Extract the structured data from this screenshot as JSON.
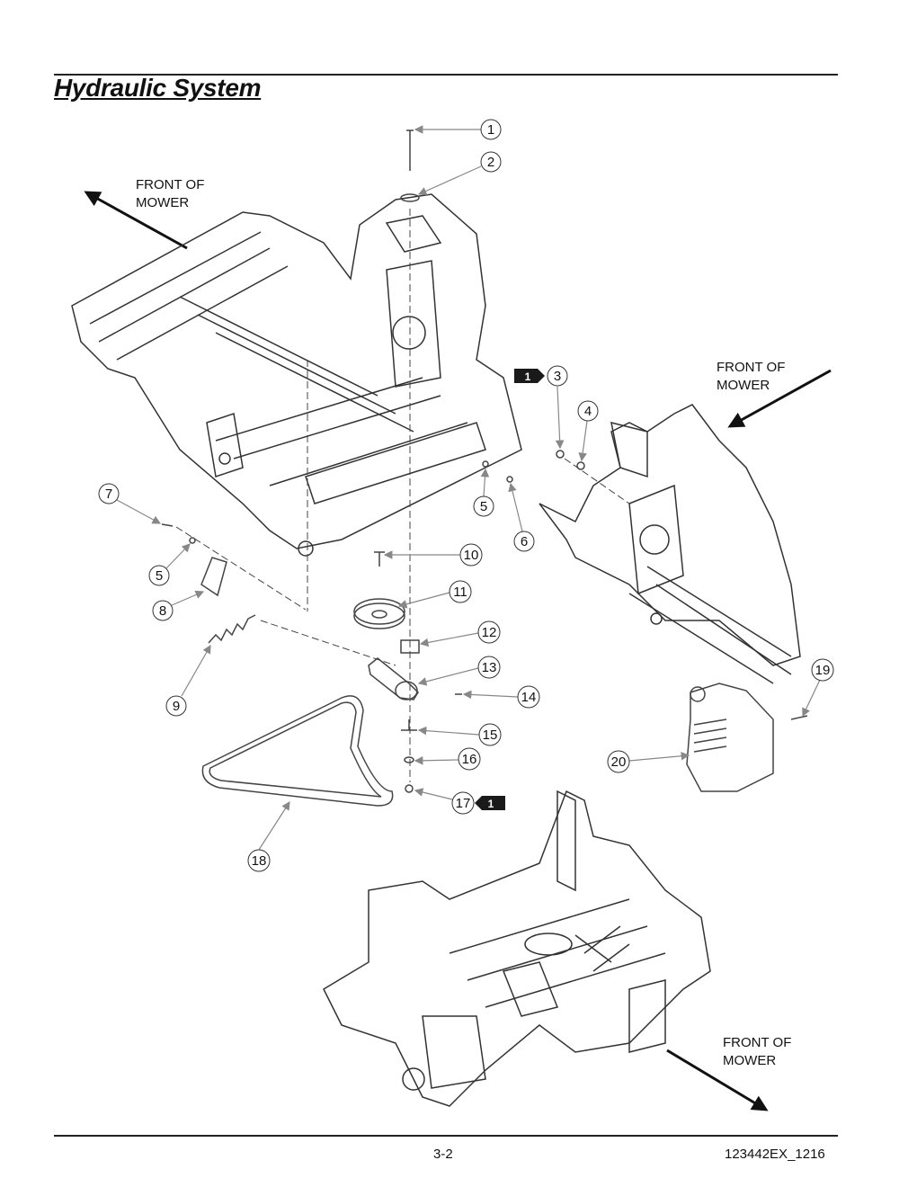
{
  "page": {
    "title": "Hydraulic System",
    "page_number": "3-2",
    "doc_code": "123442EX_1216"
  },
  "front_labels": [
    {
      "line1": "FRONT OF",
      "line2": "MOWER"
    },
    {
      "line1": "FRONT OF",
      "line2": "MOWER"
    },
    {
      "line1": "FRONT OF",
      "line2": "MOWER"
    }
  ],
  "callouts": [
    "1",
    "2",
    "3",
    "4",
    "5",
    "6",
    "7",
    "5",
    "8",
    "9",
    "10",
    "11",
    "12",
    "13",
    "14",
    "15",
    "16",
    "17",
    "18",
    "19",
    "20"
  ],
  "note_badges": [
    "1",
    "1"
  ],
  "colors": {
    "line": "#222222",
    "leader": "#888888",
    "part": "#555555",
    "badge": "#1a1a1a"
  }
}
